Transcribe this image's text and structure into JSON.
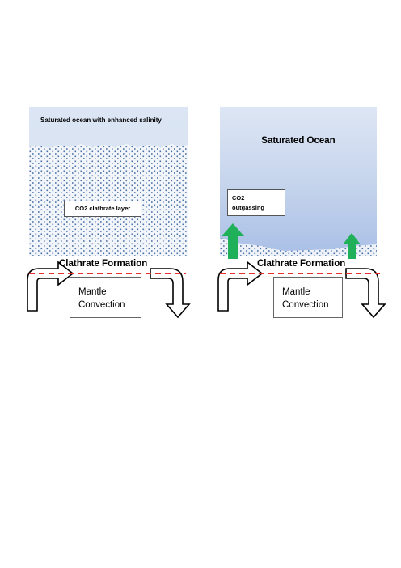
{
  "left_panel": {
    "heading": "Saturated ocean with enhanced salinity",
    "layer_label": "CO2 clathrate layer",
    "formation_label": "Clathrate Formation",
    "mantle_line1": "Mantle",
    "mantle_line2": "Convection"
  },
  "right_panel": {
    "heading": "Saturated Ocean",
    "outgassing_line1": "CO2",
    "outgassing_line2": "outgassing",
    "formation_label": "Clathrate Formation",
    "mantle_line1": "Mantle",
    "mantle_line2": "Convection"
  },
  "colors": {
    "clathrate_dots": "#4a72a8",
    "arrow_green": "#21b05a",
    "dashed_line": "#e53030",
    "ocean_top": "#dde6f4",
    "ocean_bottom": "#a9bfe6"
  }
}
